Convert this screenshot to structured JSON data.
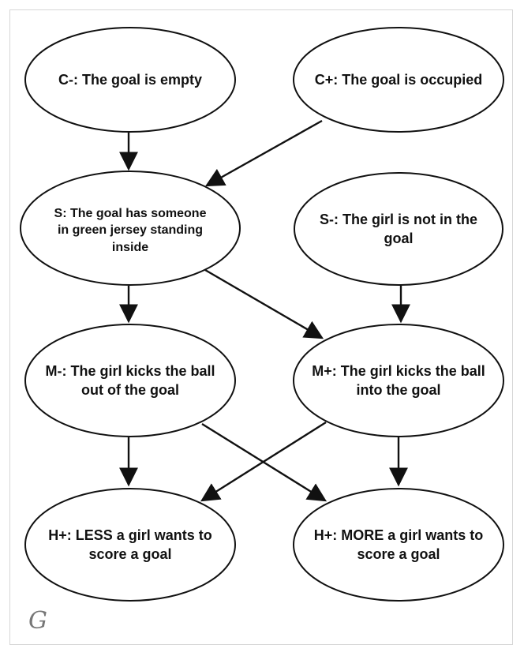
{
  "nodes": {
    "c_minus": "C-: The goal is empty",
    "c_plus": "C+: The goal is occupied",
    "s": "S: The goal has someone in green jersey standing inside",
    "s_minus": "S-: The girl is not in the goal",
    "m_minus": "M-: The girl kicks the ball out of the goal",
    "m_plus": "M+: The girl kicks the ball into the goal",
    "h_less": "H+: LESS a girl wants to score a goal",
    "h_more": "H+: MORE a girl wants to score a goal"
  },
  "edges": [
    [
      "c_minus",
      "s"
    ],
    [
      "c_plus",
      "s"
    ],
    [
      "s",
      "m_minus"
    ],
    [
      "s",
      "m_plus"
    ],
    [
      "s_minus",
      "m_plus"
    ],
    [
      "m_minus",
      "h_less"
    ],
    [
      "m_minus",
      "h_more"
    ],
    [
      "m_plus",
      "h_less"
    ],
    [
      "m_plus",
      "h_more"
    ]
  ],
  "logo": "G",
  "colors": {
    "stroke": "#111111",
    "border": "#d6d6d6",
    "text": "#111111"
  }
}
